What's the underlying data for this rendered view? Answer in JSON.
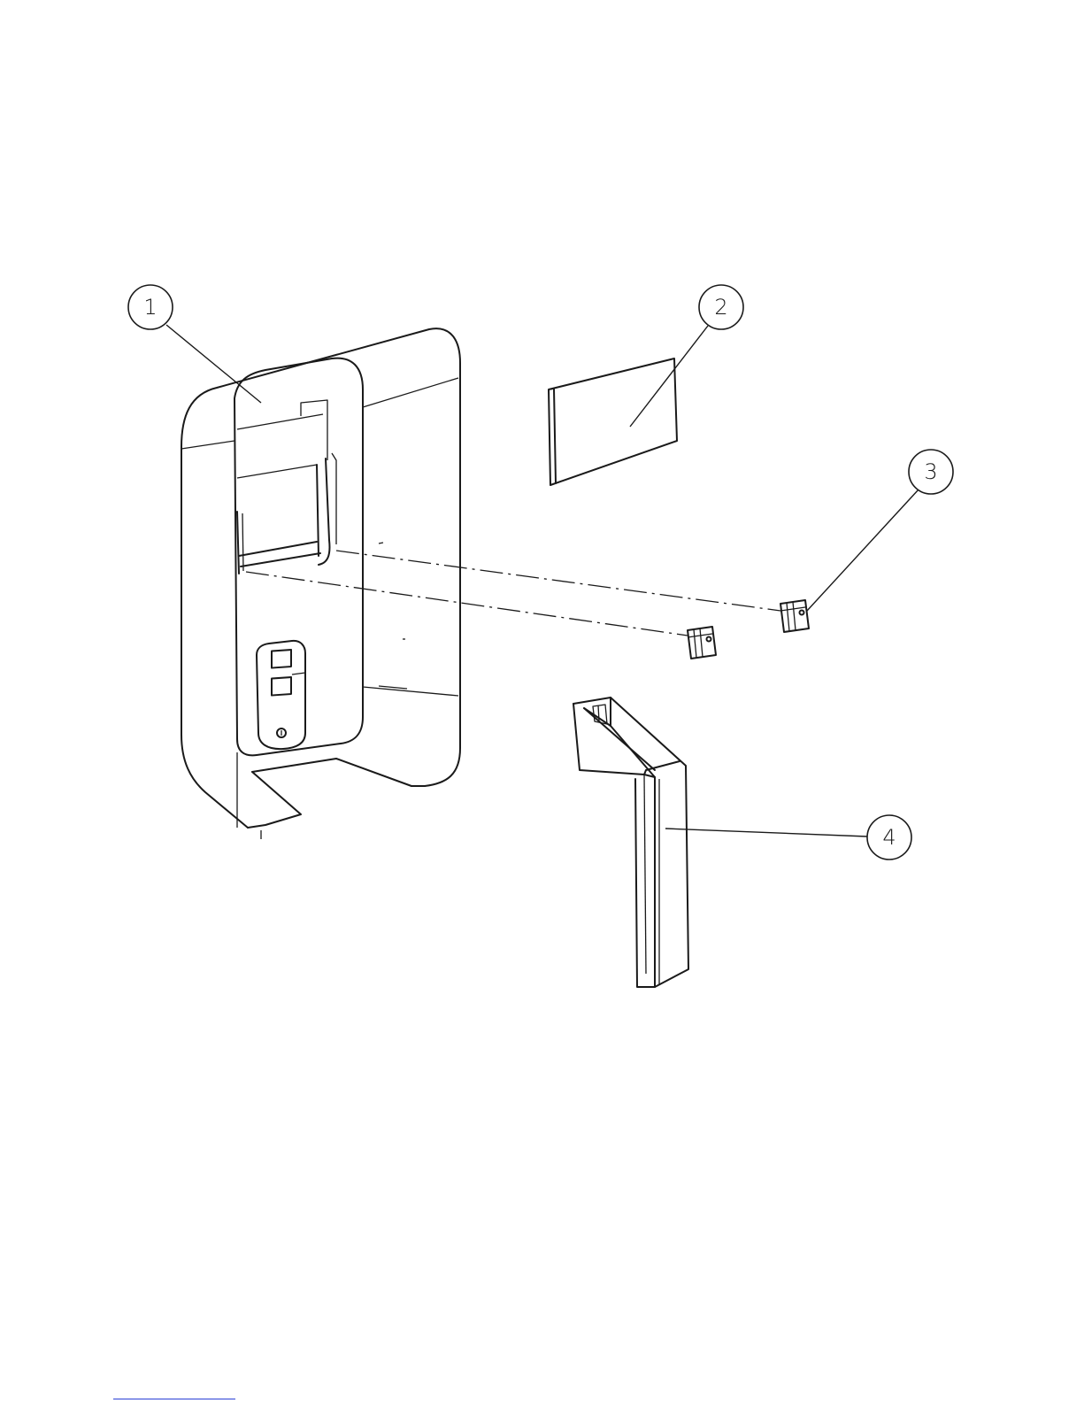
{
  "callouts": [
    {
      "id": "callout-1",
      "label": "1"
    },
    {
      "id": "callout-2",
      "label": "2"
    },
    {
      "id": "callout-3",
      "label": "3"
    },
    {
      "id": "callout-4",
      "label": "4"
    }
  ],
  "colors": {
    "ink": "#1a1a1a",
    "paper": "#ffffff",
    "rule": "#2b3fd6"
  }
}
